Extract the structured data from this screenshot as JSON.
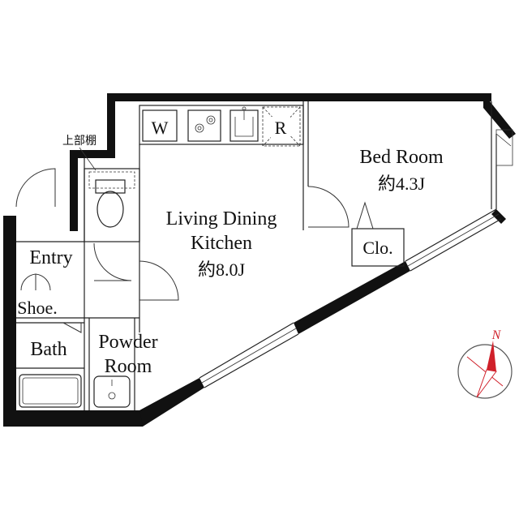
{
  "plan": {
    "labels": {
      "bed_room": "Bed Room",
      "bed_room_size": "約4.3J",
      "ldk_line1": "Living Dining",
      "ldk_line2": "Kitchen",
      "ldk_size": "約8.0J",
      "entry": "Entry",
      "shoe": "Shoe.",
      "bath": "Bath",
      "powder_line1": "Powder",
      "powder_line2": "Room",
      "closet": "Clo.",
      "upper_shelf": "上部棚",
      "washer": "W",
      "refrigerator": "R",
      "compass_north": "N"
    },
    "colors": {
      "wall": "#111111",
      "compass_red": "#d0202a"
    },
    "icons": [
      "stove-icon",
      "sink-icon",
      "toilet-icon",
      "bathtub-icon",
      "washbasin-icon",
      "compass-icon"
    ]
  }
}
